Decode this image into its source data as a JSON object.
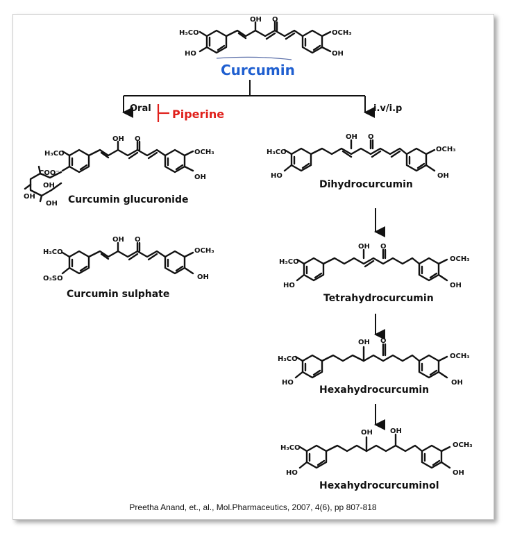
{
  "title": "Curcumin",
  "colors": {
    "title": "#1f5fd0",
    "inhibitor": "#e0201b",
    "ink": "#111111"
  },
  "branches": {
    "left": "Oral",
    "inhibitor": "Piperine",
    "right": "i.v/i.p"
  },
  "compounds": {
    "glucuronide": "Curcumin glucuronide",
    "sulphate": "Curcumin sulphate",
    "dihydro": "Dihydrocurcumin",
    "tetrahydro": "Tetrahydrocurcumin",
    "hexahydro": "Hexahydrocurcumin",
    "hexahydrol": "Hexahydrocurcuminol"
  },
  "atom_labels": {
    "h3co": "H₃CO",
    "och3": "OCH₃",
    "oh": "OH",
    "ho": "HO",
    "o": "O",
    "o3so": "O₃SO",
    "coo": "COO⁻"
  },
  "citation": "Preetha Anand, et., al., Mol.Pharmaceutics, 2007, 4(6), pp 807-818"
}
